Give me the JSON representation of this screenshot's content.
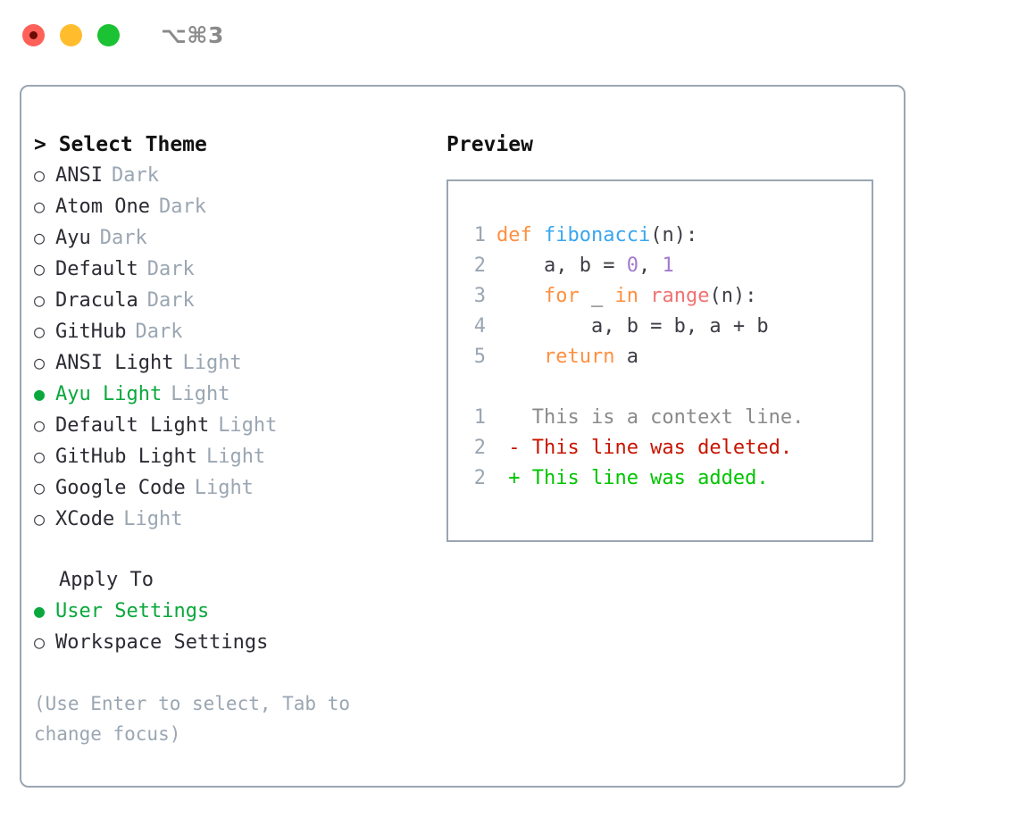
{
  "titlebar": {
    "shortcut": "⌥⌘3",
    "buttons": [
      {
        "name": "close",
        "color": "#ff6058"
      },
      {
        "name": "minimize",
        "color": "#ffbd2e"
      },
      {
        "name": "maximize",
        "color": "#1bc233"
      }
    ]
  },
  "theme_list": {
    "header": "> Select Theme",
    "items": [
      {
        "marker": "○",
        "label": "ANSI",
        "badge": "Dark",
        "selected": false
      },
      {
        "marker": "○",
        "label": "Atom One",
        "badge": "Dark",
        "selected": false
      },
      {
        "marker": "○",
        "label": "Ayu",
        "badge": "Dark",
        "selected": false
      },
      {
        "marker": "○",
        "label": "Default",
        "badge": "Dark",
        "selected": false
      },
      {
        "marker": "○",
        "label": "Dracula",
        "badge": "Dark",
        "selected": false
      },
      {
        "marker": "○",
        "label": "GitHub",
        "badge": "Dark",
        "selected": false
      },
      {
        "marker": "○",
        "label": "ANSI Light",
        "badge": "Light",
        "selected": false
      },
      {
        "marker": "●",
        "label": "Ayu Light",
        "badge": "Light",
        "selected": true
      },
      {
        "marker": "○",
        "label": "Default Light",
        "badge": "Light",
        "selected": false
      },
      {
        "marker": "○",
        "label": "GitHub Light",
        "badge": "Light",
        "selected": false
      },
      {
        "marker": "○",
        "label": "Google Code",
        "badge": "Light",
        "selected": false
      },
      {
        "marker": "○",
        "label": "XCode",
        "badge": "Light",
        "selected": false
      }
    ]
  },
  "apply_to": {
    "header": "Apply To",
    "items": [
      {
        "marker": "●",
        "label": "User Settings",
        "selected": true
      },
      {
        "marker": "○",
        "label": "Workspace Settings",
        "selected": false
      }
    ]
  },
  "hint": "(Use Enter to select, Tab to change focus)",
  "preview": {
    "title": "Preview",
    "code_lines": [
      {
        "num": "1",
        "tokens": [
          {
            "t": "def ",
            "c": "kw"
          },
          {
            "t": "fibonacci",
            "c": "fn"
          },
          {
            "t": "(n):",
            "c": "txt"
          }
        ]
      },
      {
        "num": "2",
        "tokens": [
          {
            "t": "    a, b = ",
            "c": "txt"
          },
          {
            "t": "0",
            "c": "num"
          },
          {
            "t": ", ",
            "c": "txt"
          },
          {
            "t": "1",
            "c": "num"
          }
        ]
      },
      {
        "num": "3",
        "tokens": [
          {
            "t": "    ",
            "c": "txt"
          },
          {
            "t": "for",
            "c": "kw"
          },
          {
            "t": " _ ",
            "c": "txt"
          },
          {
            "t": "in",
            "c": "kw"
          },
          {
            "t": " ",
            "c": "txt"
          },
          {
            "t": "range",
            "c": "bi"
          },
          {
            "t": "(n):",
            "c": "txt"
          }
        ]
      },
      {
        "num": "4",
        "tokens": [
          {
            "t": "        a, b = b, a + b",
            "c": "txt"
          }
        ]
      },
      {
        "num": "5",
        "tokens": [
          {
            "t": "    ",
            "c": "txt"
          },
          {
            "t": "return",
            "c": "kw"
          },
          {
            "t": " a",
            "c": "txt"
          }
        ]
      }
    ],
    "diff_lines": [
      {
        "num": "1",
        "tokens": [
          {
            "t": "   This is a context line.",
            "c": "ctx"
          }
        ]
      },
      {
        "num": "2",
        "tokens": [
          {
            "t": " - This line was deleted.",
            "c": "del"
          }
        ]
      },
      {
        "num": "2",
        "tokens": [
          {
            "t": " + This line was added.",
            "c": "add"
          }
        ]
      }
    ]
  },
  "colors": {
    "accent_green": "#0aa83c",
    "border": "#9aa6b2",
    "muted": "#9aa6b2",
    "keyword": "#ff8f40",
    "function": "#3aa6f0",
    "number": "#a37acc",
    "builtin": "#f07171",
    "diff_deleted": "#c81400",
    "diff_added": "#00c400"
  }
}
